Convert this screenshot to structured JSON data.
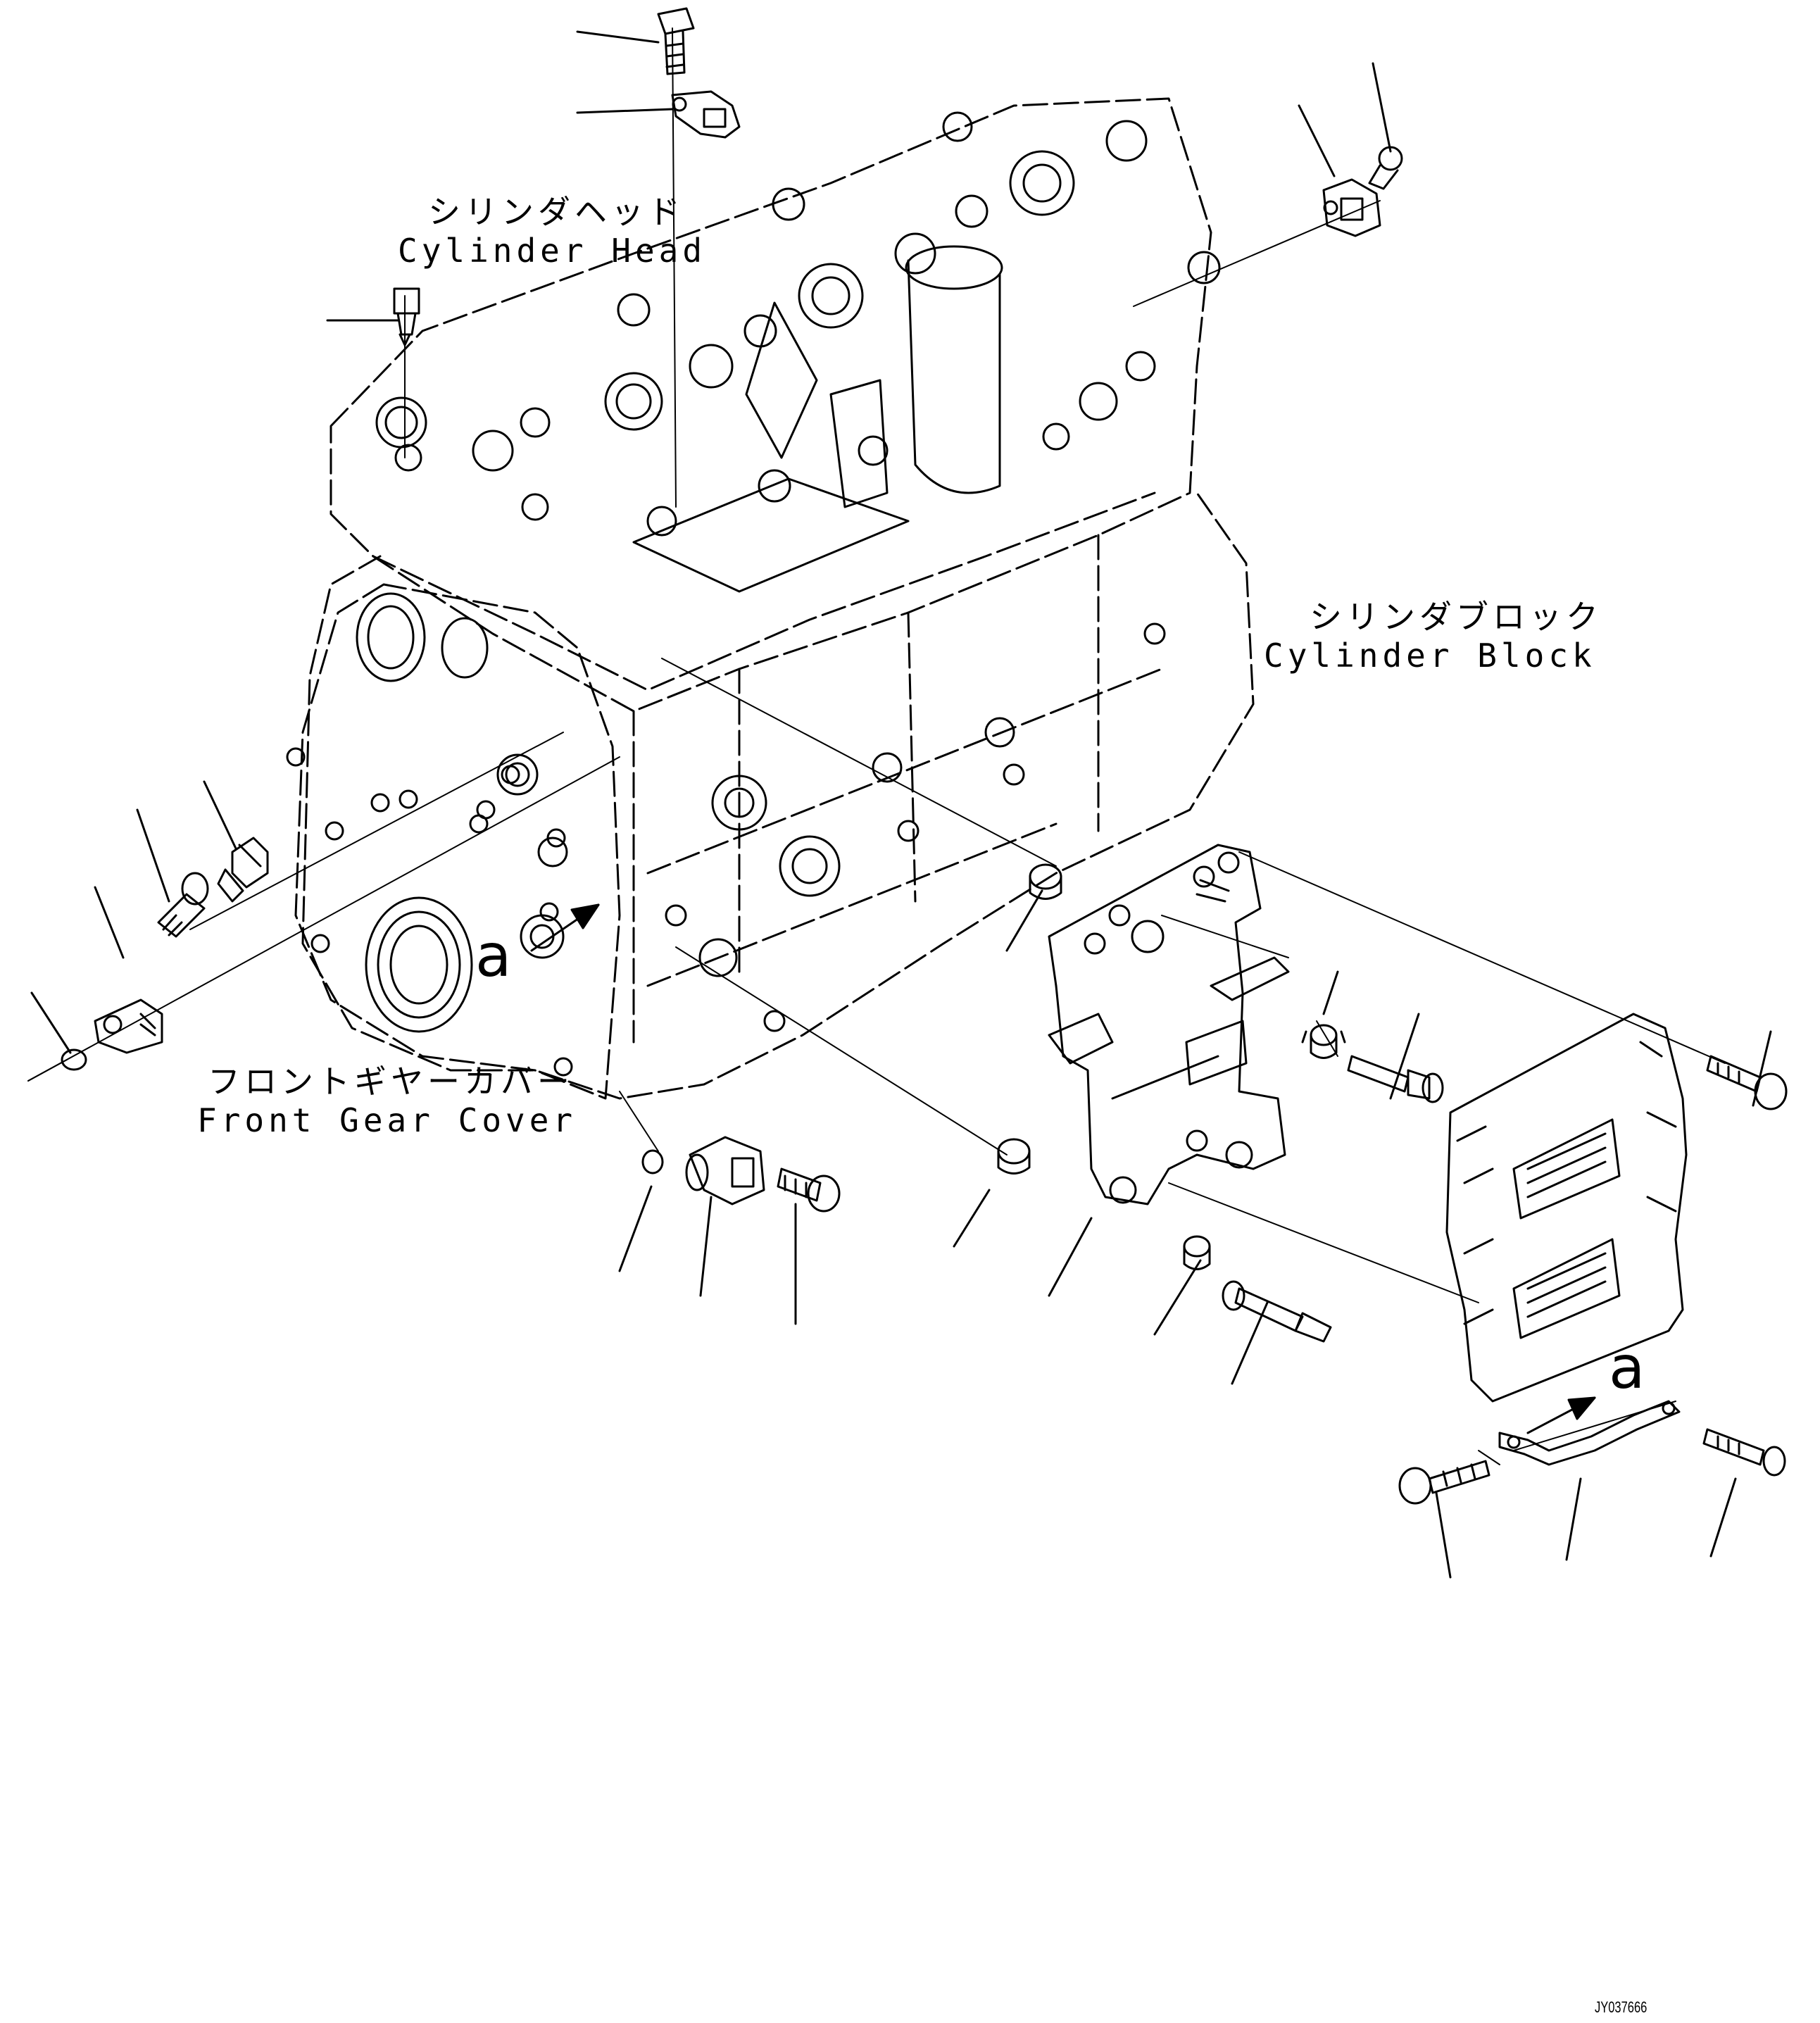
{
  "labels": {
    "cylinder_head_jp": "シリンダヘッド",
    "cylinder_head_en": "Cylinder Head",
    "cylinder_block_jp": "シリンダブロック",
    "cylinder_block_en": "Cylinder Block",
    "front_gear_cover_jp": "フロントギヤーカバー",
    "front_gear_cover_en": "Front Gear Cover"
  },
  "view_markers": {
    "left": "a",
    "right": "a"
  },
  "drawing_code": "JY037666"
}
